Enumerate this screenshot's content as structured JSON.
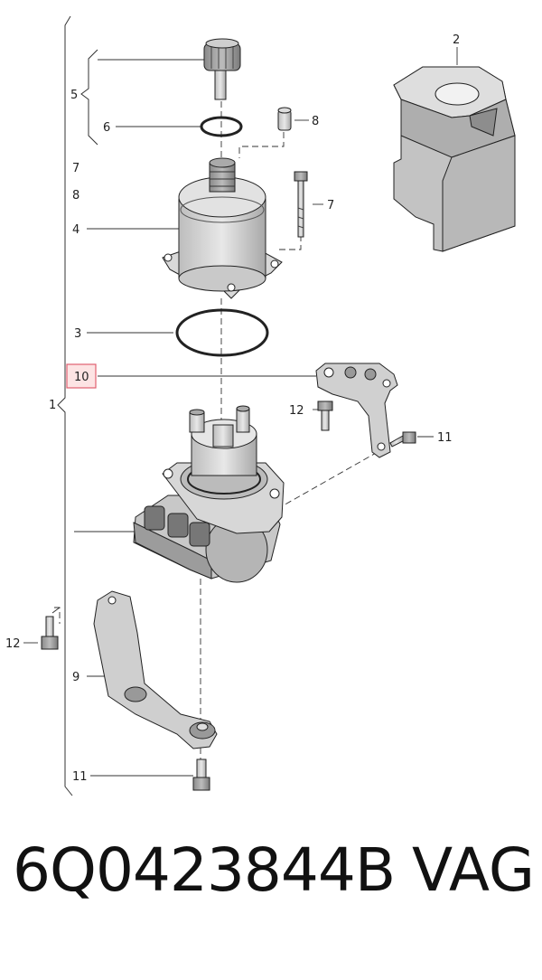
{
  "callouts": {
    "c1": "1",
    "c2": "2",
    "c3": "3",
    "c4": "4",
    "c5": "5",
    "c6": "6",
    "c7a": "7",
    "c7b": "7",
    "c8a": "8",
    "c8b": "8",
    "c9": "9",
    "c10": "10",
    "c11a": "11",
    "c11b": "11",
    "c12a": "12",
    "c12b": "12"
  },
  "highlight": {
    "label": "10",
    "color": "#e06070"
  },
  "footer": {
    "part_number": "6Q0423844B",
    "brand": "VAG"
  }
}
